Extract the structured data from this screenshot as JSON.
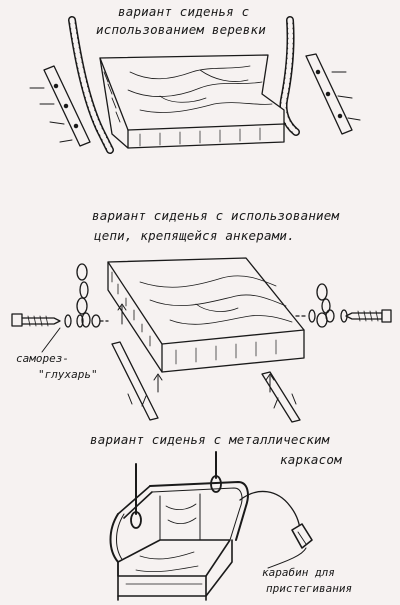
{
  "sections": {
    "rope": {
      "caption_line1": "вариант сиденья с",
      "caption_line2": "использованием веревки"
    },
    "chain": {
      "caption_line1": "вариант сиденья с использованием",
      "caption_line2": "цепи, крепящейся анкерами."
    },
    "frame": {
      "caption_line1": "вариант сиденья с металлическим",
      "caption_line2": "каркасом"
    }
  },
  "labels": {
    "screw_line1": "саморез-",
    "screw_line2": "\"глухарь\"",
    "carabiner_line1": "карабин для",
    "carabiner_line2": "пристегивания"
  },
  "colors": {
    "paper": "#f6f2f1",
    "ink": "#1a1a1a"
  }
}
